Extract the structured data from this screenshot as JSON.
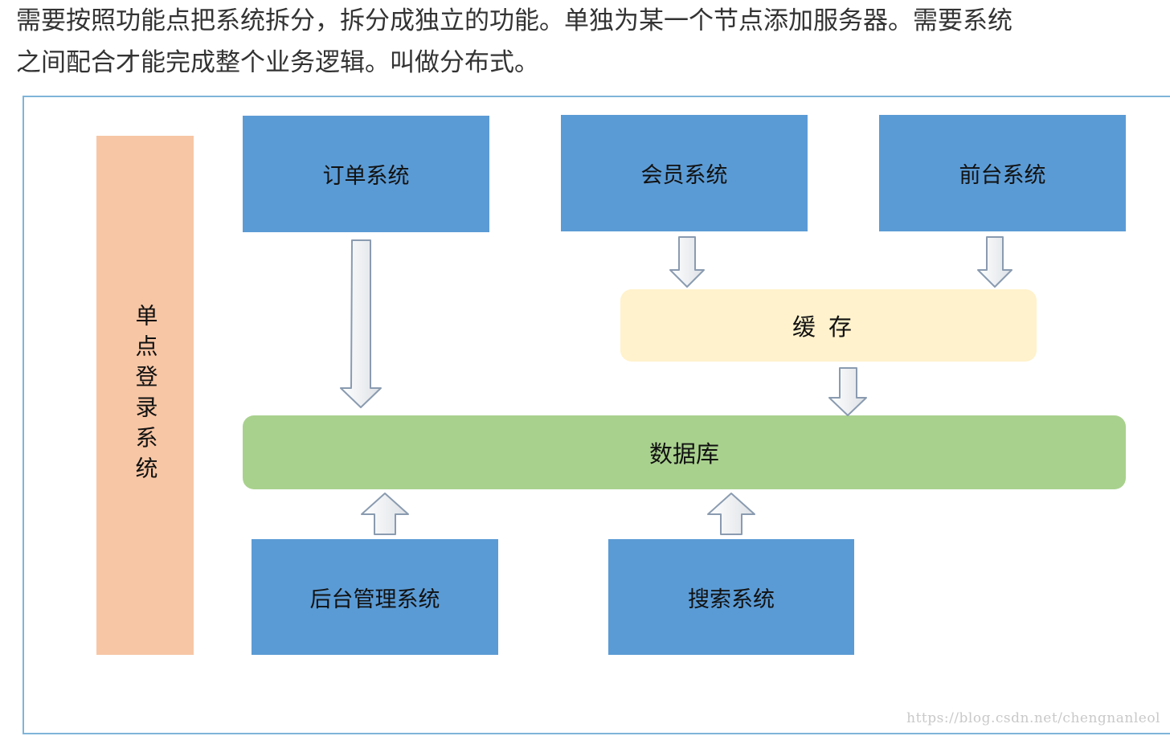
{
  "intro": {
    "line1": "需要按照功能点把系统拆分，拆分成独立的功能。单独为某一个节点添加服务器。需要系统",
    "line2": "之间配合才能完成整个业务逻辑。叫做分布式。"
  },
  "diagram": {
    "sso_label": "单点登录系统",
    "order_system": "订单系统",
    "member_system": "会员系统",
    "frontend_system": "前台系统",
    "cache": "缓存",
    "database": "数据库",
    "admin_system": "后台管理系统",
    "search_system": "搜索系统"
  },
  "watermark": "https://blog.csdn.net/chengnanleol",
  "colors": {
    "system_box": "#5b9bd5",
    "sso_box": "#f7c6a5",
    "cache_box": "#fff2cc",
    "database_box": "#a9d18e",
    "frame_border": "#7fb4d9"
  }
}
